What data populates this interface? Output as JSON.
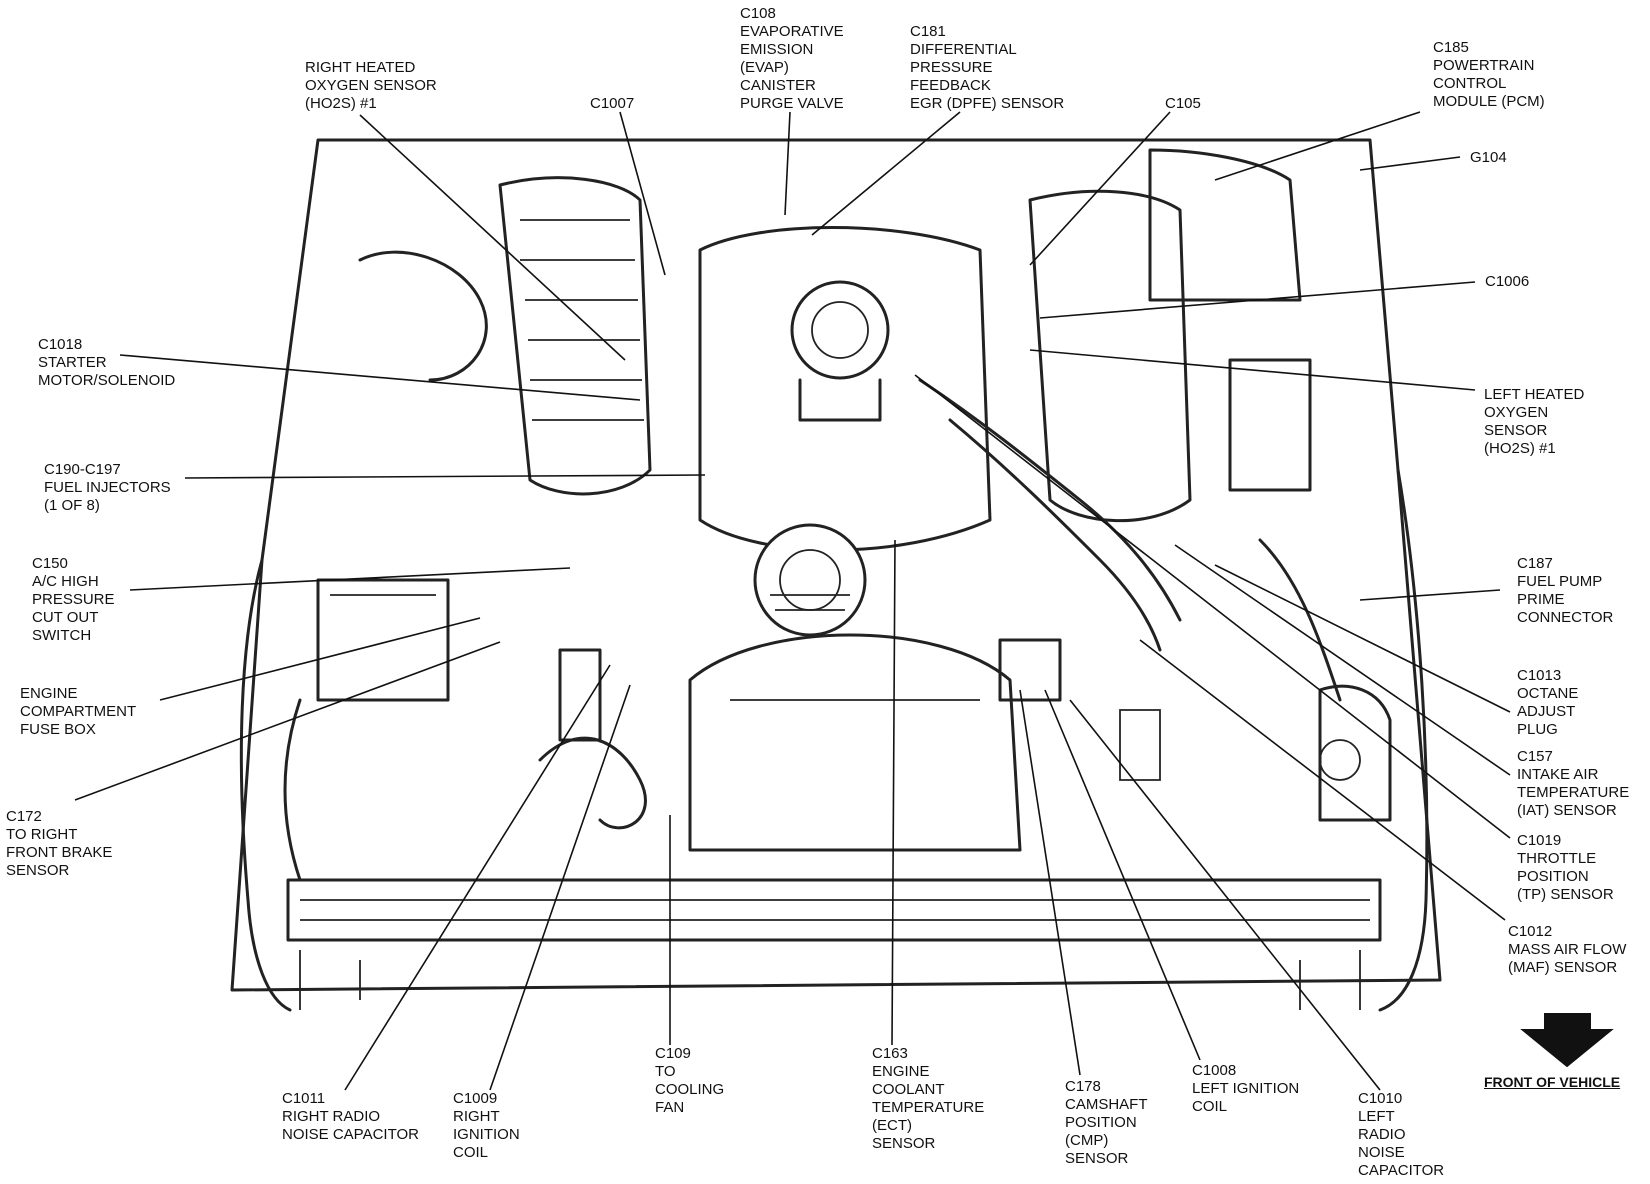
{
  "labels": {
    "right_ho2s": "RIGHT HEATED\nOXYGEN SENSOR\n(HO2S) #1",
    "c1007": "C1007",
    "c108": "C108\nEVAPORATIVE\nEMISSION\n(EVAP)\nCANISTER\nPURGE VALVE",
    "c181": "C181\nDIFFERENTIAL\nPRESSURE\nFEEDBACK\nEGR (DPFE) SENSOR",
    "c105": "C105",
    "c185": "C185\nPOWERTRAIN\nCONTROL\nMODULE (PCM)",
    "g104": "G104",
    "c1006": "C1006",
    "c1018": "C1018\nSTARTER\nMOTOR/SOLENOID",
    "left_ho2s": "LEFT HEATED\nOXYGEN\nSENSOR\n(HO2S) #1",
    "c190": "C190-C197\nFUEL INJECTORS\n(1 OF 8)",
    "c150": "C150\nA/C HIGH\nPRESSURE\nCUT OUT\nSWITCH",
    "c187": "C187\nFUEL PUMP\nPRIME\nCONNECTOR",
    "fuse_box": "ENGINE\nCOMPARTMENT\nFUSE BOX",
    "c1013": "C1013\nOCTANE\nADJUST\nPLUG",
    "c157": "C157\nINTAKE AIR\nTEMPERATURE\n(IAT) SENSOR",
    "c172": "C172\nTO RIGHT\nFRONT BRAKE\nSENSOR",
    "c1019": "C1019\nTHROTTLE\nPOSITION\n(TP) SENSOR",
    "c1012": "C1012\nMASS AIR FLOW\n(MAF) SENSOR",
    "c109": "C109\nTO\nCOOLING\nFAN",
    "c163": "C163\nENGINE\nCOOLANT\nTEMPERATURE\n(ECT)\nSENSOR",
    "c178": "C178\nCAMSHAFT\nPOSITION\n(CMP)\nSENSOR",
    "c1008": "C1008\nLEFT IGNITION\nCOIL",
    "c1010": "C1010\nLEFT\nRADIO\nNOISE\nCAPACITOR",
    "c1011": "C1011\nRIGHT RADIO\nNOISE CAPACITOR",
    "c1009": "C1009\nRIGHT\nIGNITION\nCOIL",
    "front_of_vehicle": "FRONT OF VEHICLE"
  },
  "icons": {
    "front_arrow": "down-arrow-icon"
  }
}
